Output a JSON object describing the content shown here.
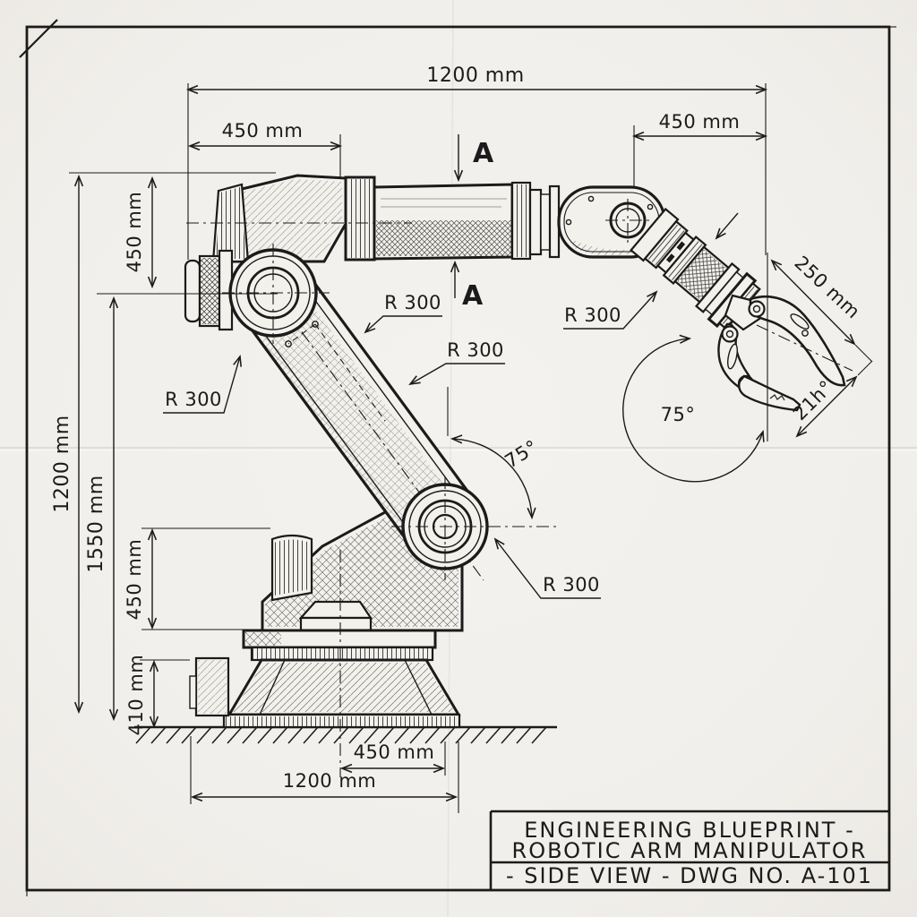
{
  "title_block": {
    "line1": "ENGINEERING BLUEPRINT -",
    "line2": "ROBOTIC ARM MANIPULATOR",
    "line3": "- SIDE VIEW - DWG NO. A-101"
  },
  "section_markers": {
    "top": "A",
    "bottom": "A"
  },
  "dimensions": {
    "top_overall": "1200 mm",
    "top_left": "450 mm",
    "top_right": "450 mm",
    "left_overall": "1200 mm",
    "left_total_height": "1550 mm",
    "left_upper_segment": "450 mm",
    "left_lower_segment": "450 mm",
    "left_base_height": "410 mm",
    "bottom_inner": "450 mm",
    "bottom_overall": "1200 mm",
    "gripper_reach": "250 mm",
    "gripper_angle": "21h°",
    "elbow_angle": "75°",
    "wrist_angle": "75°"
  },
  "radii": {
    "shoulder": "R 300",
    "upper_link": "R 300",
    "lower_link": "R 300",
    "wrist": "R 300",
    "elbow": "R 300"
  },
  "colors": {
    "ink": "#1b1b1b",
    "paper": "#f3f1ec"
  }
}
